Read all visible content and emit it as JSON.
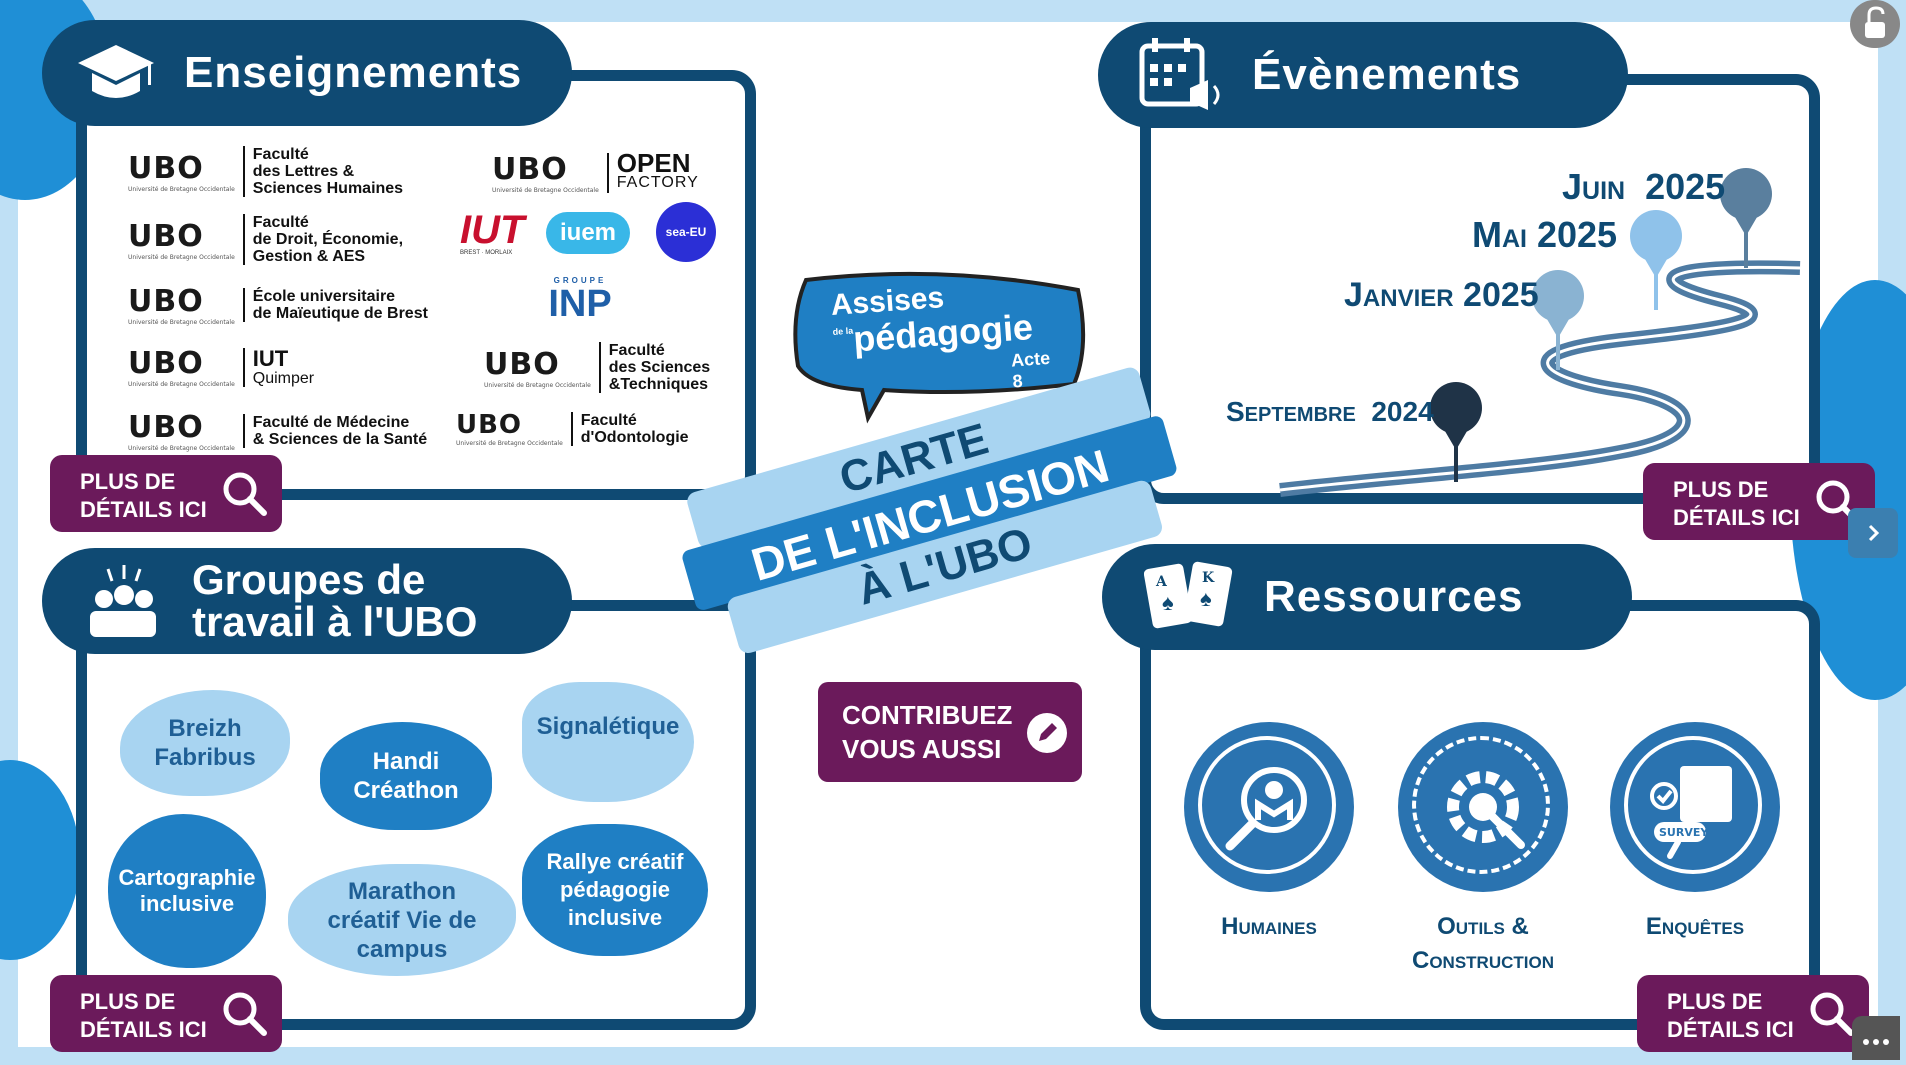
{
  "colors": {
    "navy": "#0f4a73",
    "plum": "#6b1a5b",
    "light_blue": "#bfe0f5",
    "blue": "#1f7fc4",
    "pale": "#a8d4f1",
    "mid_blue": "#2a73b0"
  },
  "panels": {
    "enseignements": {
      "title": "Enseignements",
      "icon": "graduation-cap-icon"
    },
    "evenements": {
      "title": "Évènements",
      "icon": "calendar-megaphone-icon"
    },
    "groupes": {
      "title_line1": "Groupes de",
      "title_line2": "travail à l'UBO",
      "icon": "team-group-icon"
    },
    "ressources": {
      "title": "Ressources",
      "icon": "playing-cards-icon"
    }
  },
  "more_details": {
    "line1": "Plus de",
    "line2": "détails ici",
    "icon": "search-icon"
  },
  "logos": {
    "ubo": "UBO",
    "ubo_sub": "Université de Bretagne Occidentale",
    "lettres": [
      "Faculté",
      "des Lettres &",
      "Sciences Humaines"
    ],
    "droit": [
      "Faculté",
      "de Droit, Économie,",
      "Gestion & AES"
    ],
    "maieutique": [
      "École universitaire",
      "de Maïeutique de Brest"
    ],
    "iut_quimper": [
      "IUT",
      "Quimper"
    ],
    "medecine": [
      "Faculté de Médecine",
      "& Sciences de la Santé"
    ],
    "open_factory": [
      "OPEN",
      "FACTORY"
    ],
    "iut": "IUT",
    "iut_sub": "BREST · MORLAIX",
    "iuem": "iuem",
    "seaeu": "sea-EU",
    "inp_top": "GROUPE",
    "inp": "INP",
    "sciences": [
      "Faculté",
      "des Sciences",
      "&Techniques"
    ],
    "odontologie": [
      "Faculté",
      "d'Odontologie"
    ]
  },
  "assises": {
    "line1": "Assises",
    "small": "de la",
    "line2": "pédagogie",
    "acte": "Acte 8"
  },
  "center": {
    "line1": "CARTE",
    "line2": "DE L'INCLUSION",
    "line3": "À L'UBO"
  },
  "contribute": {
    "line1": "CONTRIBUEZ",
    "line2": "VOUS AUSSI",
    "icon": "pencil-icon"
  },
  "timeline": [
    {
      "label": "Juin  2025"
    },
    {
      "label": "Mai 2025"
    },
    {
      "label": "Janvier 2025"
    },
    {
      "label": "Septembre  2024"
    }
  ],
  "groups": [
    {
      "label": "Breizh Fabribus"
    },
    {
      "label": "Handi Créathon"
    },
    {
      "label": "Signalétique"
    },
    {
      "label": "Cartographie inclusive"
    },
    {
      "label": "Marathon créatif Vie de campus"
    },
    {
      "label": "Rallye créatif pédagogie inclusive"
    }
  ],
  "resources": [
    {
      "label": "Humaines",
      "icon": "people-search-icon"
    },
    {
      "label_line1": "Outils &",
      "label_line2": "Construction",
      "icon": "gear-tools-icon"
    },
    {
      "label": "Enquêtes",
      "icon": "survey-icon"
    }
  ],
  "survey_text": "SURVEY",
  "controls": {
    "lock_icon": "unlock-icon",
    "next_icon": "chevron-right-icon",
    "menu_icon": "more-dots-icon"
  }
}
